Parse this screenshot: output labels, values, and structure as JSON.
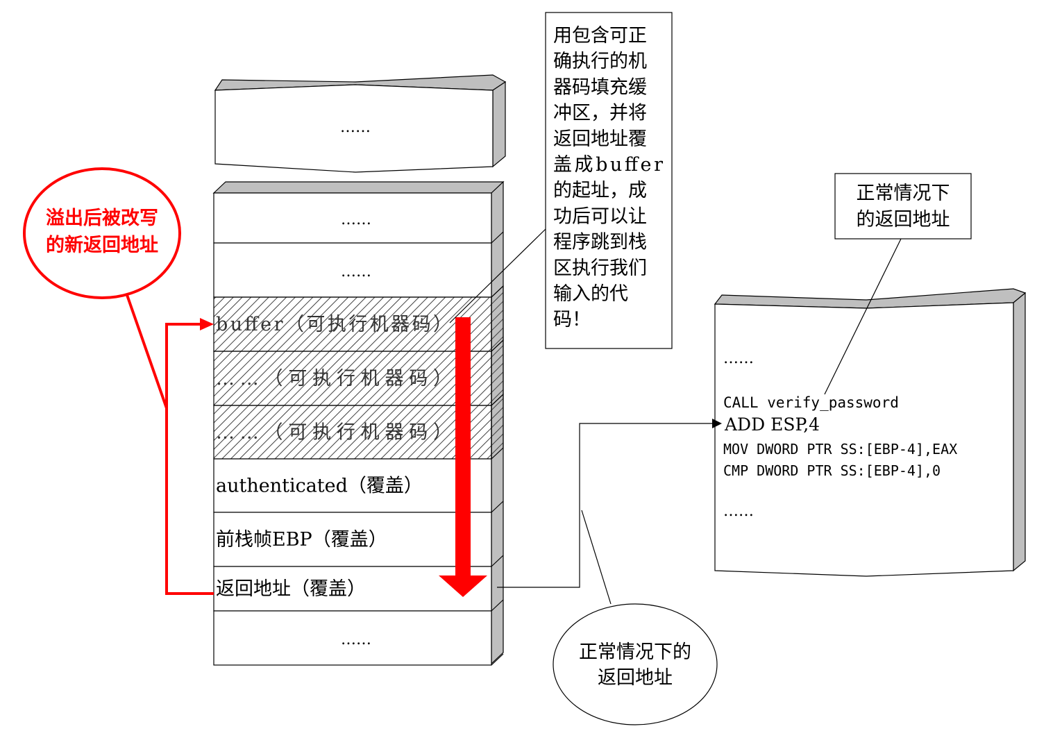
{
  "top_block": {
    "label": "……"
  },
  "stack": {
    "rows": [
      {
        "label": "……",
        "style": "plain",
        "align": "center"
      },
      {
        "label": "……",
        "style": "plain",
        "align": "center"
      },
      {
        "label": "buffer（可执行机器码）",
        "style": "hatched",
        "align": "left"
      },
      {
        "label": "……（可执行机器码）",
        "style": "hatched",
        "align": "left"
      },
      {
        "label": "……（可执行机器码）",
        "style": "hatched",
        "align": "left"
      },
      {
        "label": "authenticated（覆盖）",
        "style": "plain",
        "align": "left"
      },
      {
        "label": "前栈帧EBP（覆盖）",
        "style": "plain",
        "align": "left"
      },
      {
        "label": "返回地址（覆盖）",
        "style": "plain",
        "align": "left"
      },
      {
        "label": "……",
        "style": "plain",
        "align": "center"
      }
    ]
  },
  "callout_fill": {
    "lines": [
      "用包含可正",
      "确执行的机",
      "器码填充缓",
      "冲区，并将",
      "返回地址覆",
      "盖成buffer",
      "的起址，成",
      "功后可以让",
      "程序跳到栈",
      "区执行我们",
      "输入的代",
      "码！"
    ]
  },
  "callout_overwritten": {
    "lines": [
      "溢出后被改写",
      "的新返回地址"
    ]
  },
  "callout_normal_box": {
    "lines": [
      "正常情况下",
      "的返回地址"
    ]
  },
  "callout_normal_ellipse": {
    "lines": [
      "正常情况下的",
      "返回地址"
    ]
  },
  "code_block": {
    "lines": [
      "……",
      "CALL verify_password",
      "ADD ESP,4",
      "MOV DWORD PTR SS:[EBP-4],EAX",
      "CMP DWORD PTR SS:[EBP-4],0",
      "……"
    ]
  },
  "colors": {
    "highlight": "#ff0000",
    "side_face": "#bfbfbf",
    "line": "#000000"
  }
}
